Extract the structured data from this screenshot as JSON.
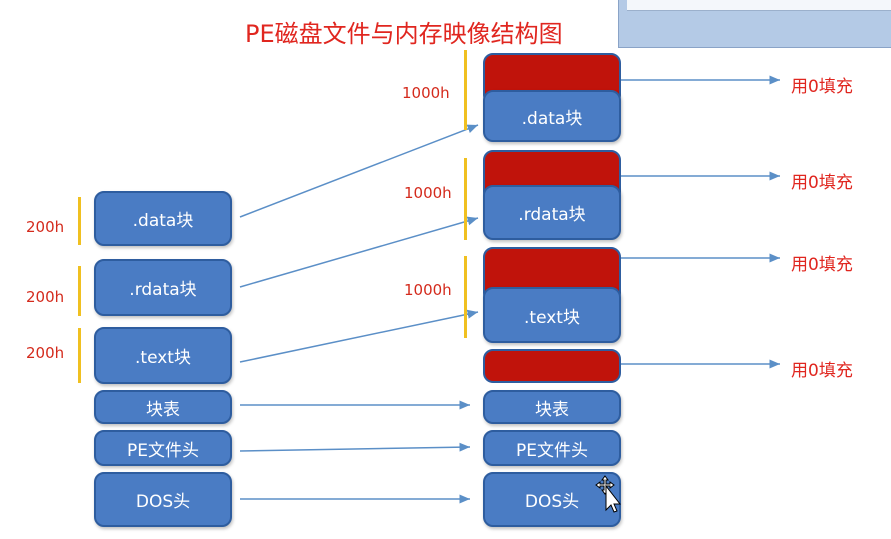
{
  "title": "PE磁盘文件与内存映像结构图",
  "disk_blocks": {
    "data": ".data块",
    "rdata": ".rdata块",
    "text": ".text块",
    "table": "块表",
    "pe_header": "PE文件头",
    "dos_header": "DOS头"
  },
  "memory_blocks": {
    "data": ".data块",
    "rdata": ".rdata块",
    "text": ".text块",
    "table": "块表",
    "pe_header": "PE文件头",
    "dos_header": "DOS头"
  },
  "disk_sizes": [
    "200h",
    "200h",
    "200h"
  ],
  "memory_sizes": [
    "1000h",
    "1000h",
    "1000h"
  ],
  "fill_labels": [
    "用0填充",
    "用0填充",
    "用0填充",
    "用0填充"
  ],
  "colors": {
    "block": "#4a7cc4",
    "fill": "#c0130b",
    "title": "#e0261f",
    "arrow": "#5b8fc7",
    "bracket": "#f0c020"
  }
}
